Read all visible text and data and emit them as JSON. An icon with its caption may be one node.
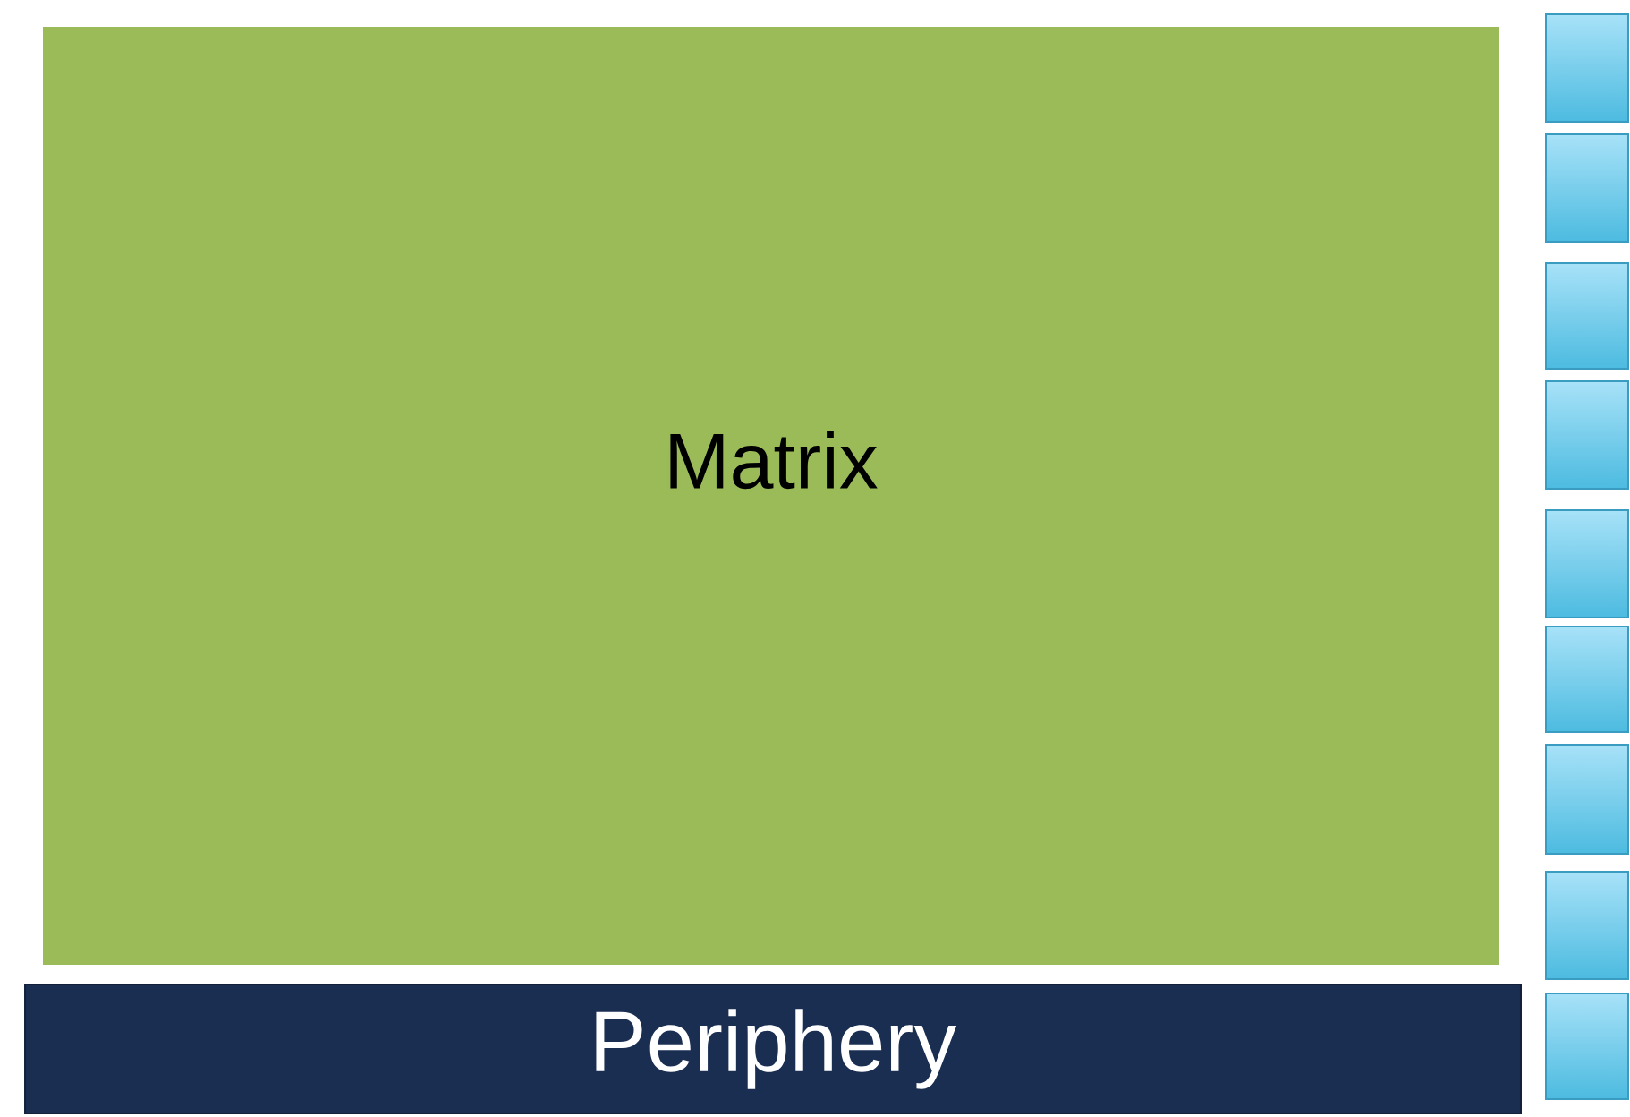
{
  "diagram": {
    "nodes": [
      {
        "text": [
          "Matrix"
        ]
      },
      {
        "text": [
          "Periphery"
        ]
      },
      {
        "text": [],
        "shape": "box"
      },
      {
        "text": [],
        "shape": "box"
      },
      {
        "text": [],
        "shape": "box"
      },
      {
        "text": [],
        "shape": "box"
      },
      {
        "text": [],
        "shape": "box"
      },
      {
        "text": [],
        "shape": "box"
      },
      {
        "text": [],
        "shape": "box"
      },
      {
        "text": [],
        "shape": "box"
      },
      {
        "text": [],
        "shape": "box"
      }
    ]
  }
}
